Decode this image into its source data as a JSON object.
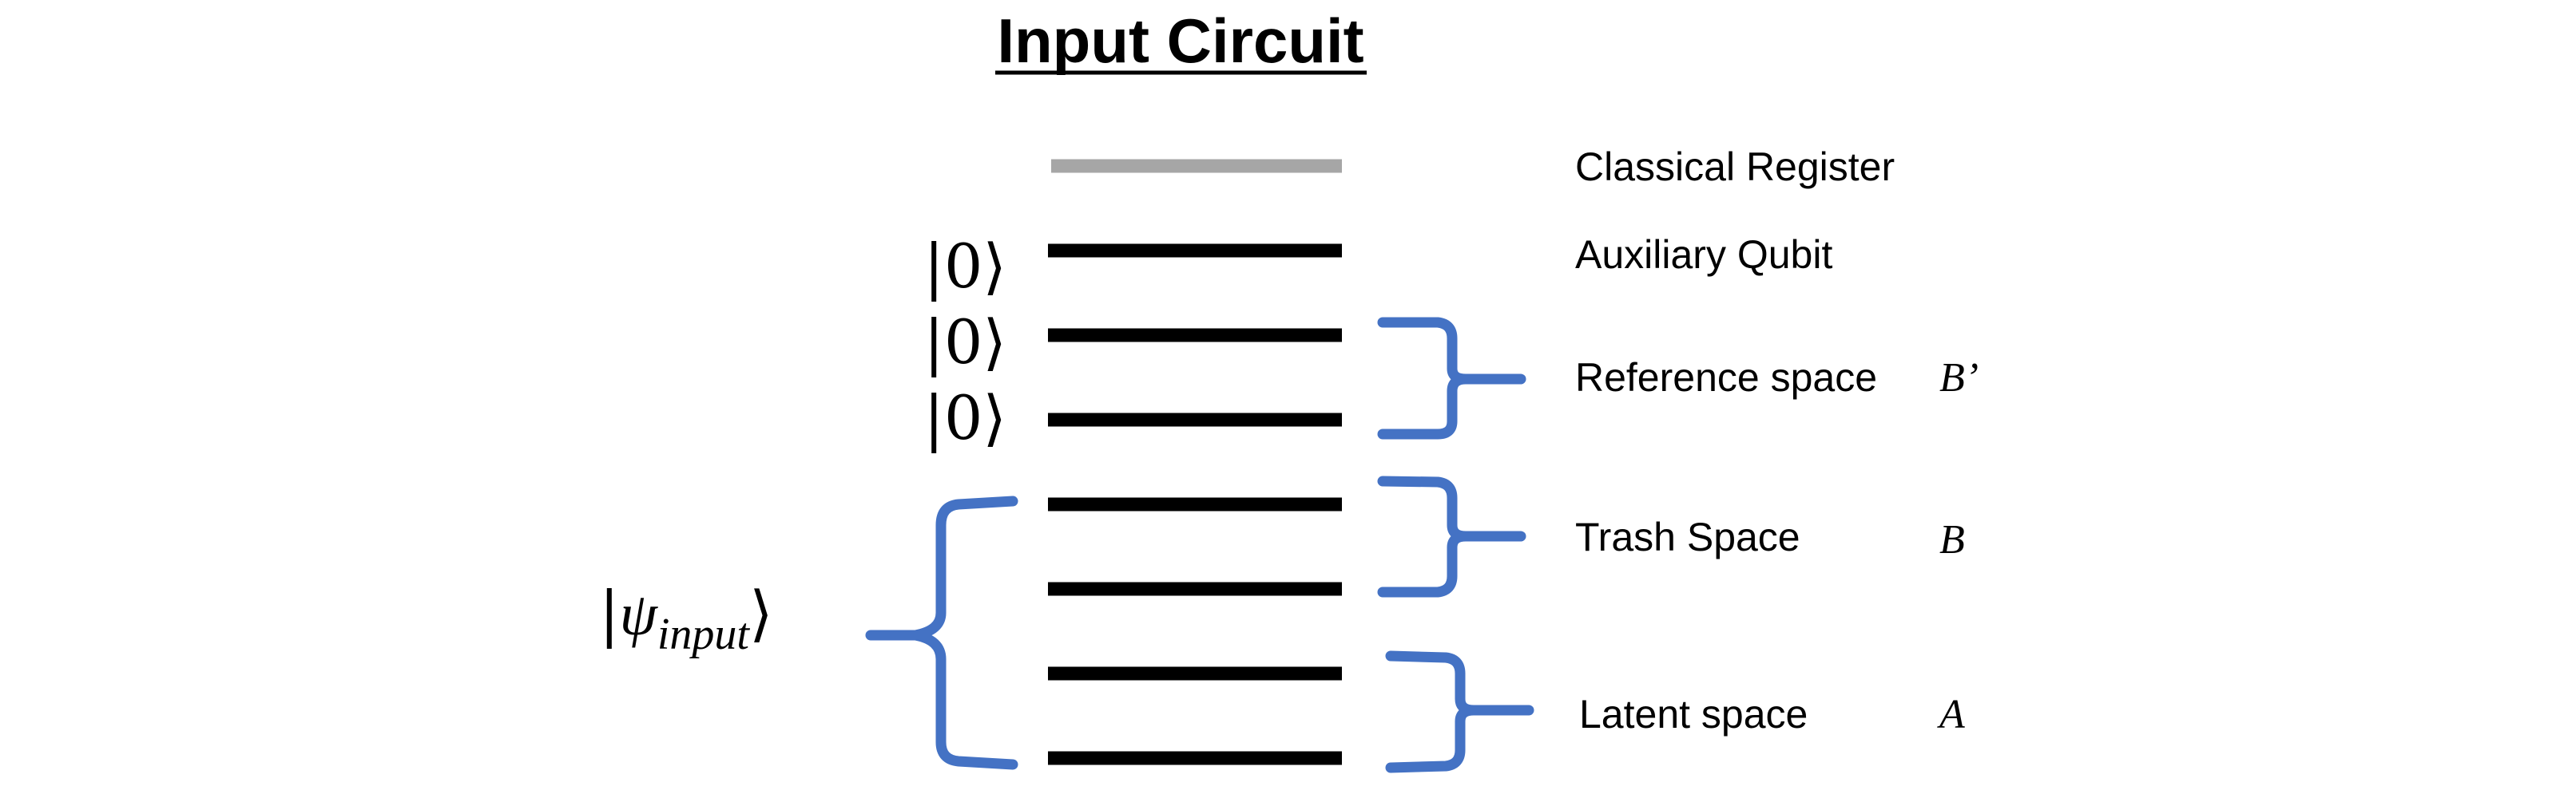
{
  "title": "Input Circuit",
  "kets": {
    "zero": "|0⟩",
    "input_bar": "|",
    "input_psi": "ψ",
    "input_sub": "input",
    "input_close": "⟩"
  },
  "labels": {
    "classical_register": "Classical Register",
    "auxiliary_qubit": "Auxiliary Qubit",
    "reference_space": "Reference space",
    "trash_space": "Trash Space",
    "latent_space": "Latent space"
  },
  "variables": {
    "reference": "B’",
    "trash": "B",
    "latent": "A"
  },
  "colors": {
    "accent": "#4472C4",
    "qubit_line": "#000000",
    "classical_line": "#A6A6A6"
  }
}
